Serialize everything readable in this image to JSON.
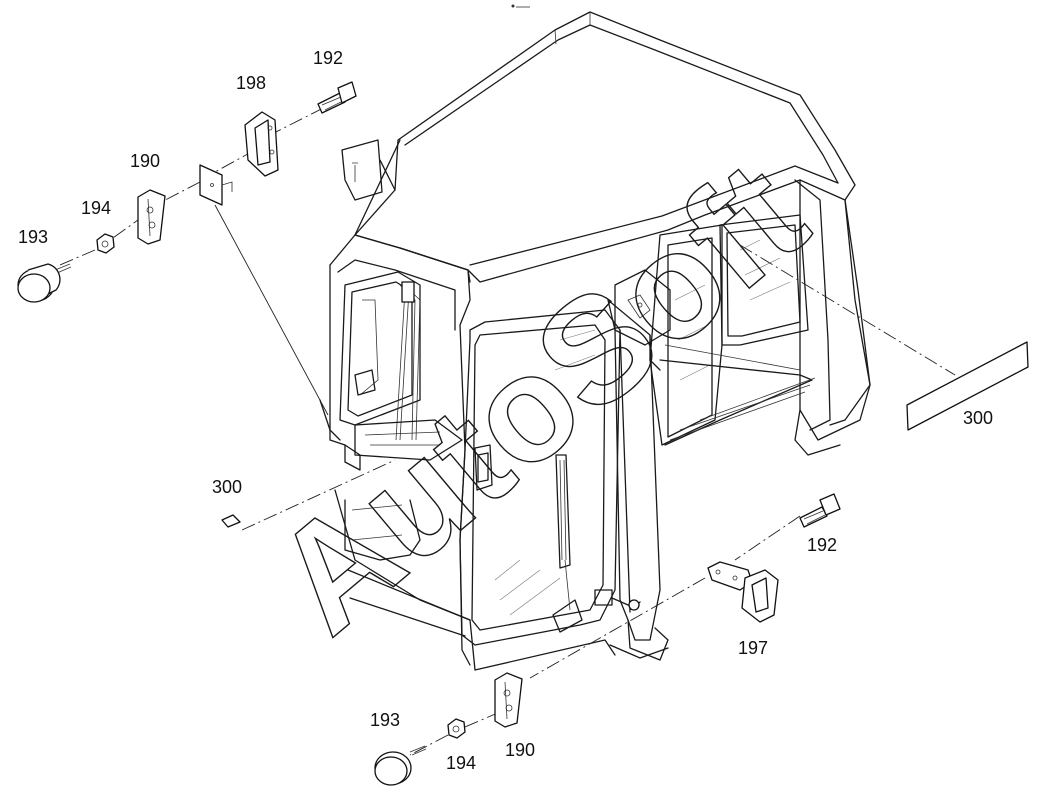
{
  "callouts": {
    "c192_top": "192",
    "c198": "198",
    "c190_top": "190",
    "c194_top": "194",
    "c193_top": "193",
    "c300_right": "300",
    "c300_left": "300",
    "c192_bottom": "192",
    "c197": "197",
    "c193_bottom": "193",
    "c194_bottom": "194",
    "c190_bottom": "190"
  },
  "watermark": {
    "text": "AutoSoft"
  }
}
